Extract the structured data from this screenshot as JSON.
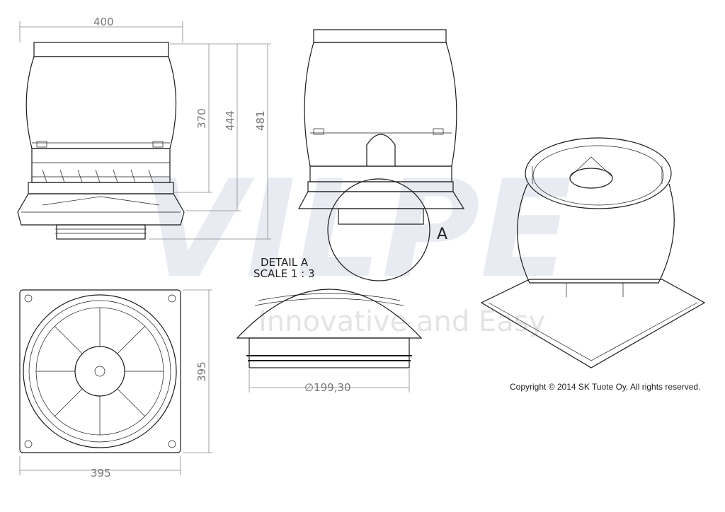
{
  "watermark": {
    "brand": "VILPE",
    "slogan": "Innovative and Easy"
  },
  "dimensions": {
    "front_width": "400",
    "height_body": "370",
    "height_with_base": "444",
    "height_total": "481",
    "top_width": "395",
    "top_height": "395",
    "diameter": "∅199,30"
  },
  "detail": {
    "marker": "A",
    "title": "DETAIL A",
    "scale": "SCALE 1 : 3"
  },
  "copyright": "Copyright © 2014 SK Tuote Oy. All rights reserved."
}
